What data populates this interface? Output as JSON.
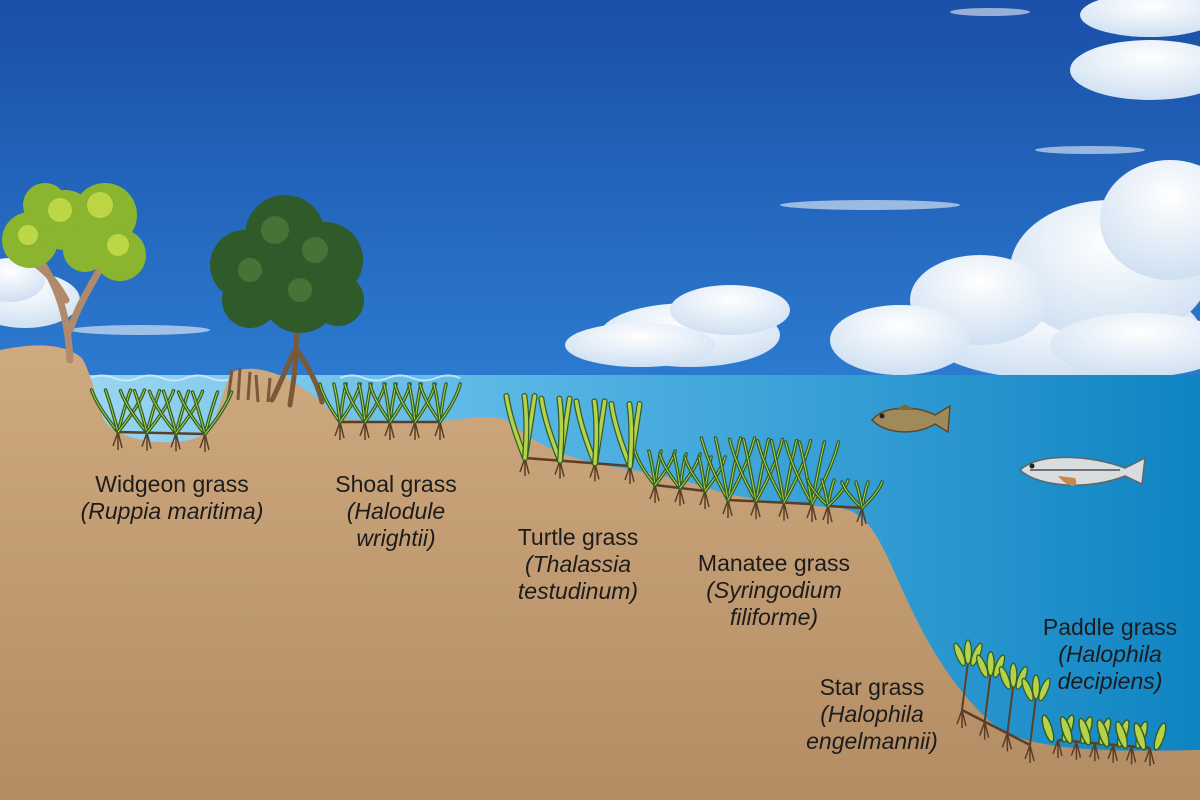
{
  "colors": {
    "sky_top": "#1b56b0",
    "sky_bottom": "#2f7fd0",
    "water_shallow": "#8fd0f0",
    "water_deep": "#1287c4",
    "sediment_light": "#c9a27a",
    "sediment_dark": "#b08a62",
    "grass_dark": "#2f5f28",
    "grass_light": "#b7d24a",
    "text": "#1c1c1c"
  },
  "species": [
    {
      "id": "widgeon-grass",
      "common": "Widgeon grass",
      "scientific": [
        "(Ruppia maritima)"
      ]
    },
    {
      "id": "shoal-grass",
      "common": "Shoal grass",
      "scientific": [
        "(Halodule",
        "wrightii)"
      ]
    },
    {
      "id": "turtle-grass",
      "common": "Turtle grass",
      "scientific": [
        "(Thalassia",
        "testudinum)"
      ]
    },
    {
      "id": "manatee-grass",
      "common": "Manatee grass",
      "scientific": [
        "(Syringodium",
        "filiforme)"
      ]
    },
    {
      "id": "star-grass",
      "common": "Star grass",
      "scientific": [
        "(Halophila",
        "engelmannii)"
      ]
    },
    {
      "id": "paddle-grass",
      "common": "Paddle grass",
      "scientific": [
        "(Halophila",
        "decipiens)"
      ]
    }
  ]
}
